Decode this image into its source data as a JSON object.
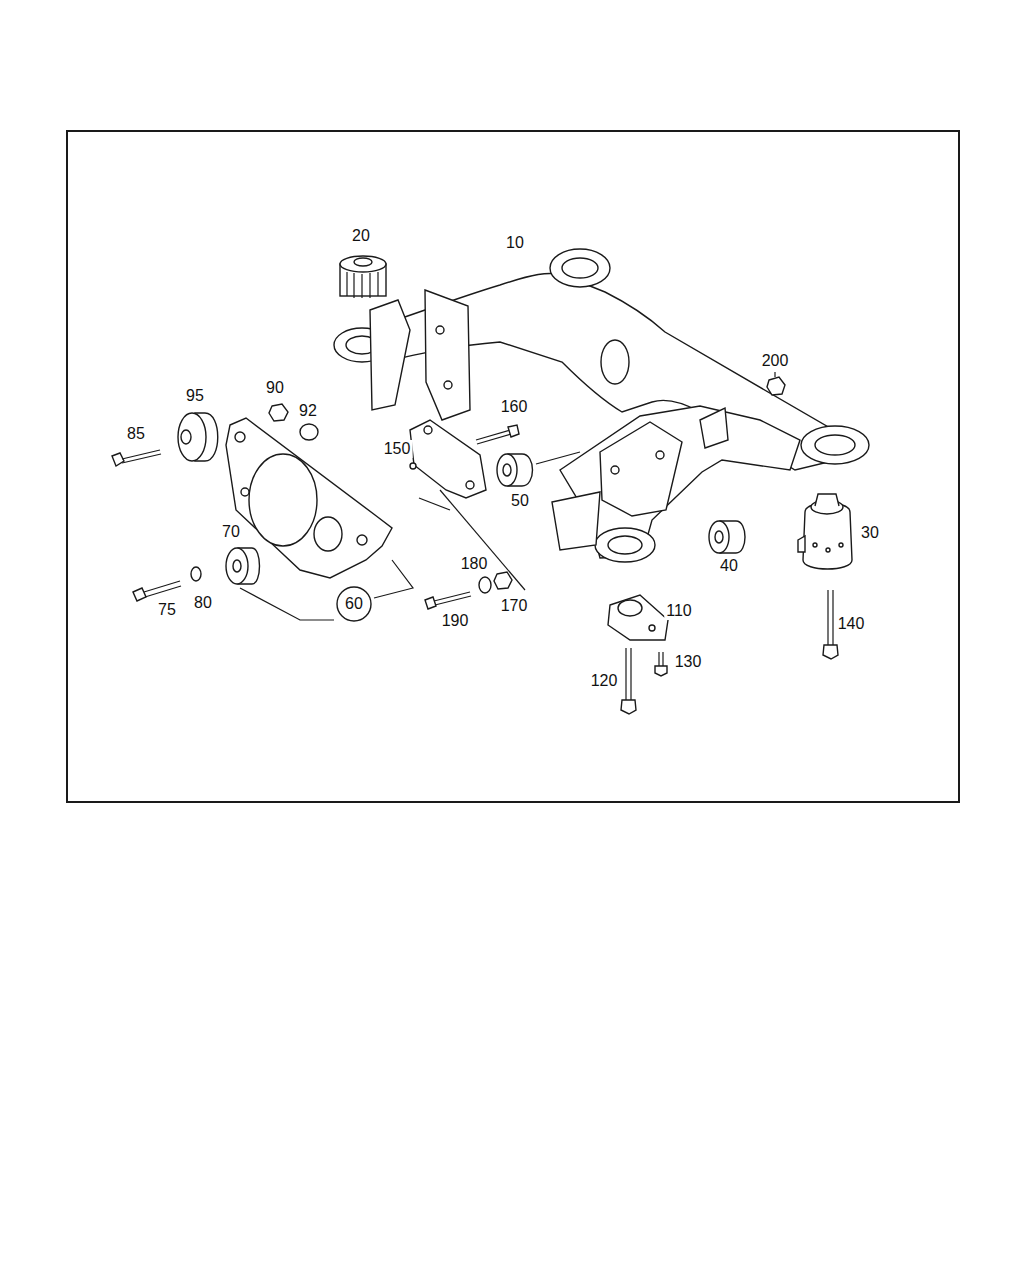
{
  "diagram": {
    "nodes": [
      {
        "text": [
          "60"
        ]
      }
    ],
    "labels": [
      "20",
      "10",
      "200",
      "95",
      "90",
      "92",
      "160",
      "85",
      "150",
      "50",
      "30",
      "70",
      "40",
      "180",
      "75",
      "80",
      "190",
      "170",
      "110",
      "130",
      "140",
      "120"
    ]
  }
}
